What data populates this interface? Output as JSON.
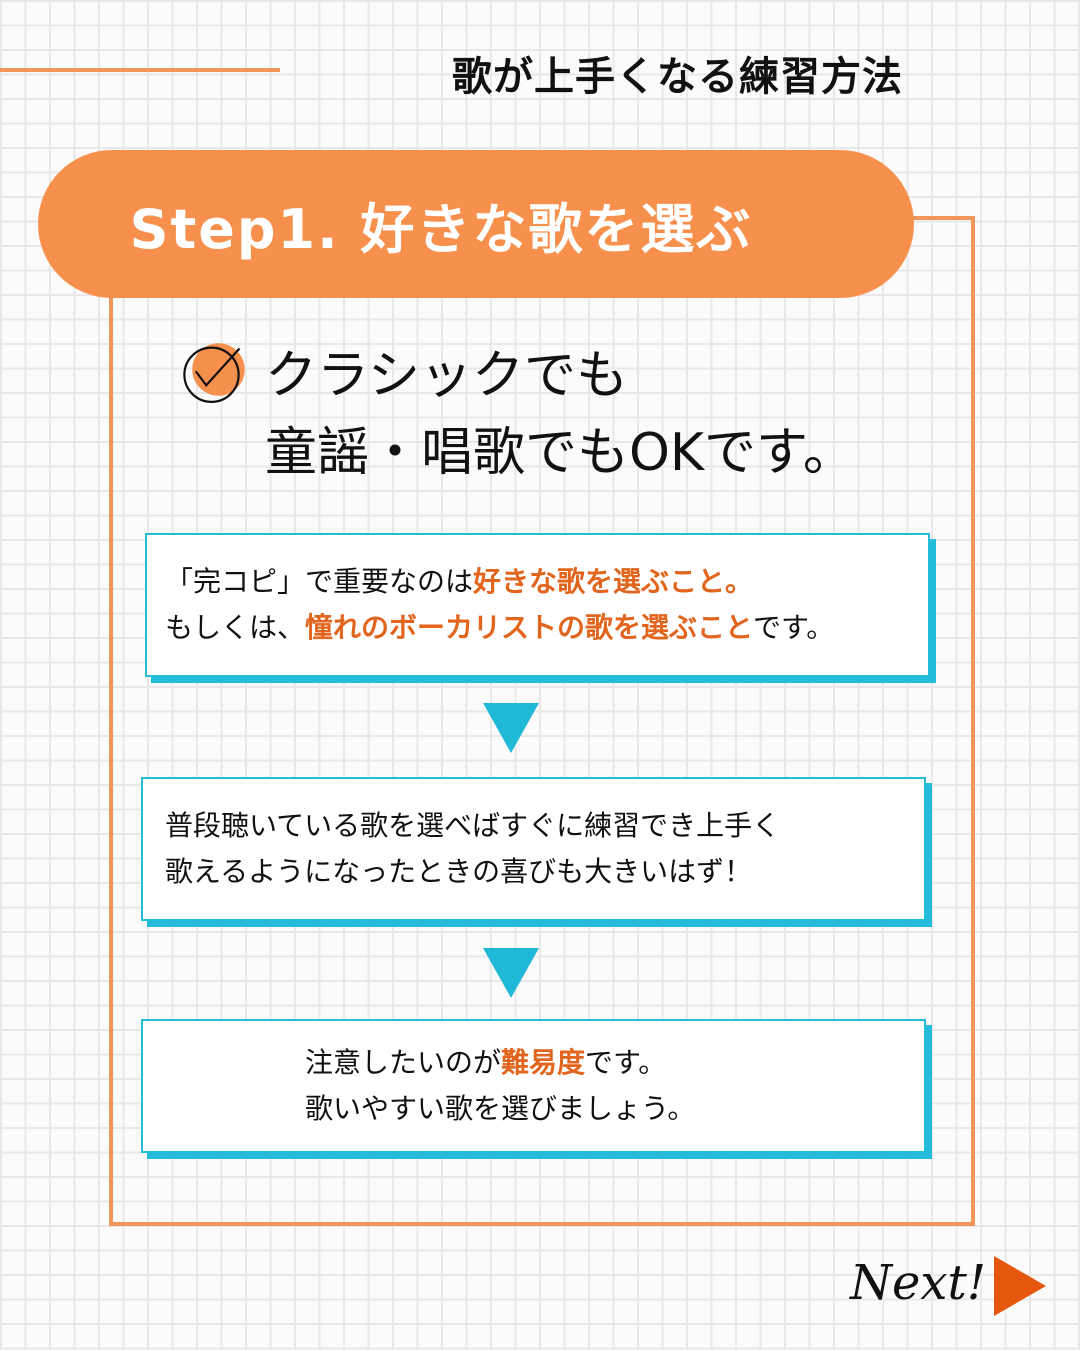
{
  "header": {
    "title": "歌が上手くなる練習方法"
  },
  "step": {
    "label": "Step1. 好きな歌を選ぶ"
  },
  "headline": {
    "icon": "check-circle-icon",
    "line1": "クラシックでも",
    "line2": "童謡・唱歌でもOKです。"
  },
  "boxes": [
    {
      "lines": [
        {
          "parts": [
            {
              "text": "「完コピ」で重要なのは",
              "highlight": false
            },
            {
              "text": "好きな歌を選ぶこと。",
              "highlight": true
            }
          ]
        },
        {
          "parts": [
            {
              "text": "もしくは、",
              "highlight": false
            },
            {
              "text": "憧れのボーカリストの歌を選ぶこと",
              "highlight": true
            },
            {
              "text": "です。",
              "highlight": false
            }
          ]
        }
      ]
    },
    {
      "lines": [
        {
          "parts": [
            {
              "text": "普段聴いている歌を選べばすぐに練習でき上手く",
              "highlight": false
            }
          ]
        },
        {
          "parts": [
            {
              "text": "歌えるようになったときの喜びも大きいはず！",
              "highlight": false
            }
          ]
        }
      ]
    },
    {
      "lines": [
        {
          "parts": [
            {
              "text": "注意したいのが",
              "highlight": false
            },
            {
              "text": "難易度",
              "highlight": true
            },
            {
              "text": "です。",
              "highlight": false
            }
          ]
        },
        {
          "parts": [
            {
              "text": "歌いやすい歌を選びましょう。",
              "highlight": false
            }
          ]
        }
      ]
    }
  ],
  "footer": {
    "next_label": "Next!",
    "next_icon": "play-arrow-icon"
  },
  "colors": {
    "accent_orange": "#f7904c",
    "highlight_orange": "#e2651e",
    "cyan": "#24bcd9",
    "next_arrow": "#e5570f"
  }
}
